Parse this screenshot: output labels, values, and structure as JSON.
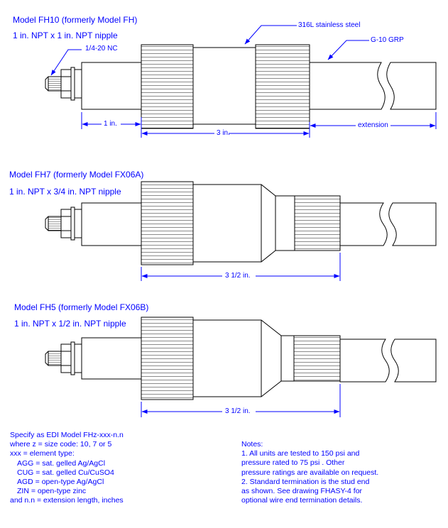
{
  "colors": {
    "line": "#000000",
    "annotation": "#0000ff",
    "body_fill": "#ffffff"
  },
  "fh10": {
    "title": "Model FH10 (formerly Model FH)",
    "subtitle": "1 in. NPT x 1 in. NPT nipple",
    "stud_label": "1/4-20 NC",
    "steel_label": "316L stainless steel",
    "grp_label": "G-10 GRP",
    "dim_1in": "1 in.",
    "dim_3in": "3 in.",
    "dim_ext": "extension"
  },
  "fh7": {
    "title": "Model FH7 (formerly Model FX06A)",
    "subtitle": "1 in. NPT x 3/4 in. NPT nipple",
    "dim": "3 1/2 in."
  },
  "fh5": {
    "title": "Model FH5 (formerly Model FX06B)",
    "subtitle": "1 in. NPT x 1/2 in. NPT nipple",
    "dim": "3 1/2 in."
  },
  "spec": {
    "lines": [
      "Specify as EDI Model FHz-xxx-n.n",
      "where z = size code:  10, 7 or 5",
      "xxx = element type:",
      "AGG = sat. gelled Ag/AgCl",
      "CUG = sat. gelled Cu/CuSO4",
      "AGD = open-type Ag/AgCl",
      "ZIN = open-type zinc",
      "and n.n = extension length, inches"
    ]
  },
  "notes": {
    "lines": [
      "Notes:",
      "1.  All units are tested to 150 psi and",
      "pressure rated to 75 psi .  Other",
      "pressure ratings are available on request.",
      "2.  Standard termination is the stud end",
      "as shown.  See drawing FHASY-4 for",
      "optional wire end termination details."
    ]
  }
}
